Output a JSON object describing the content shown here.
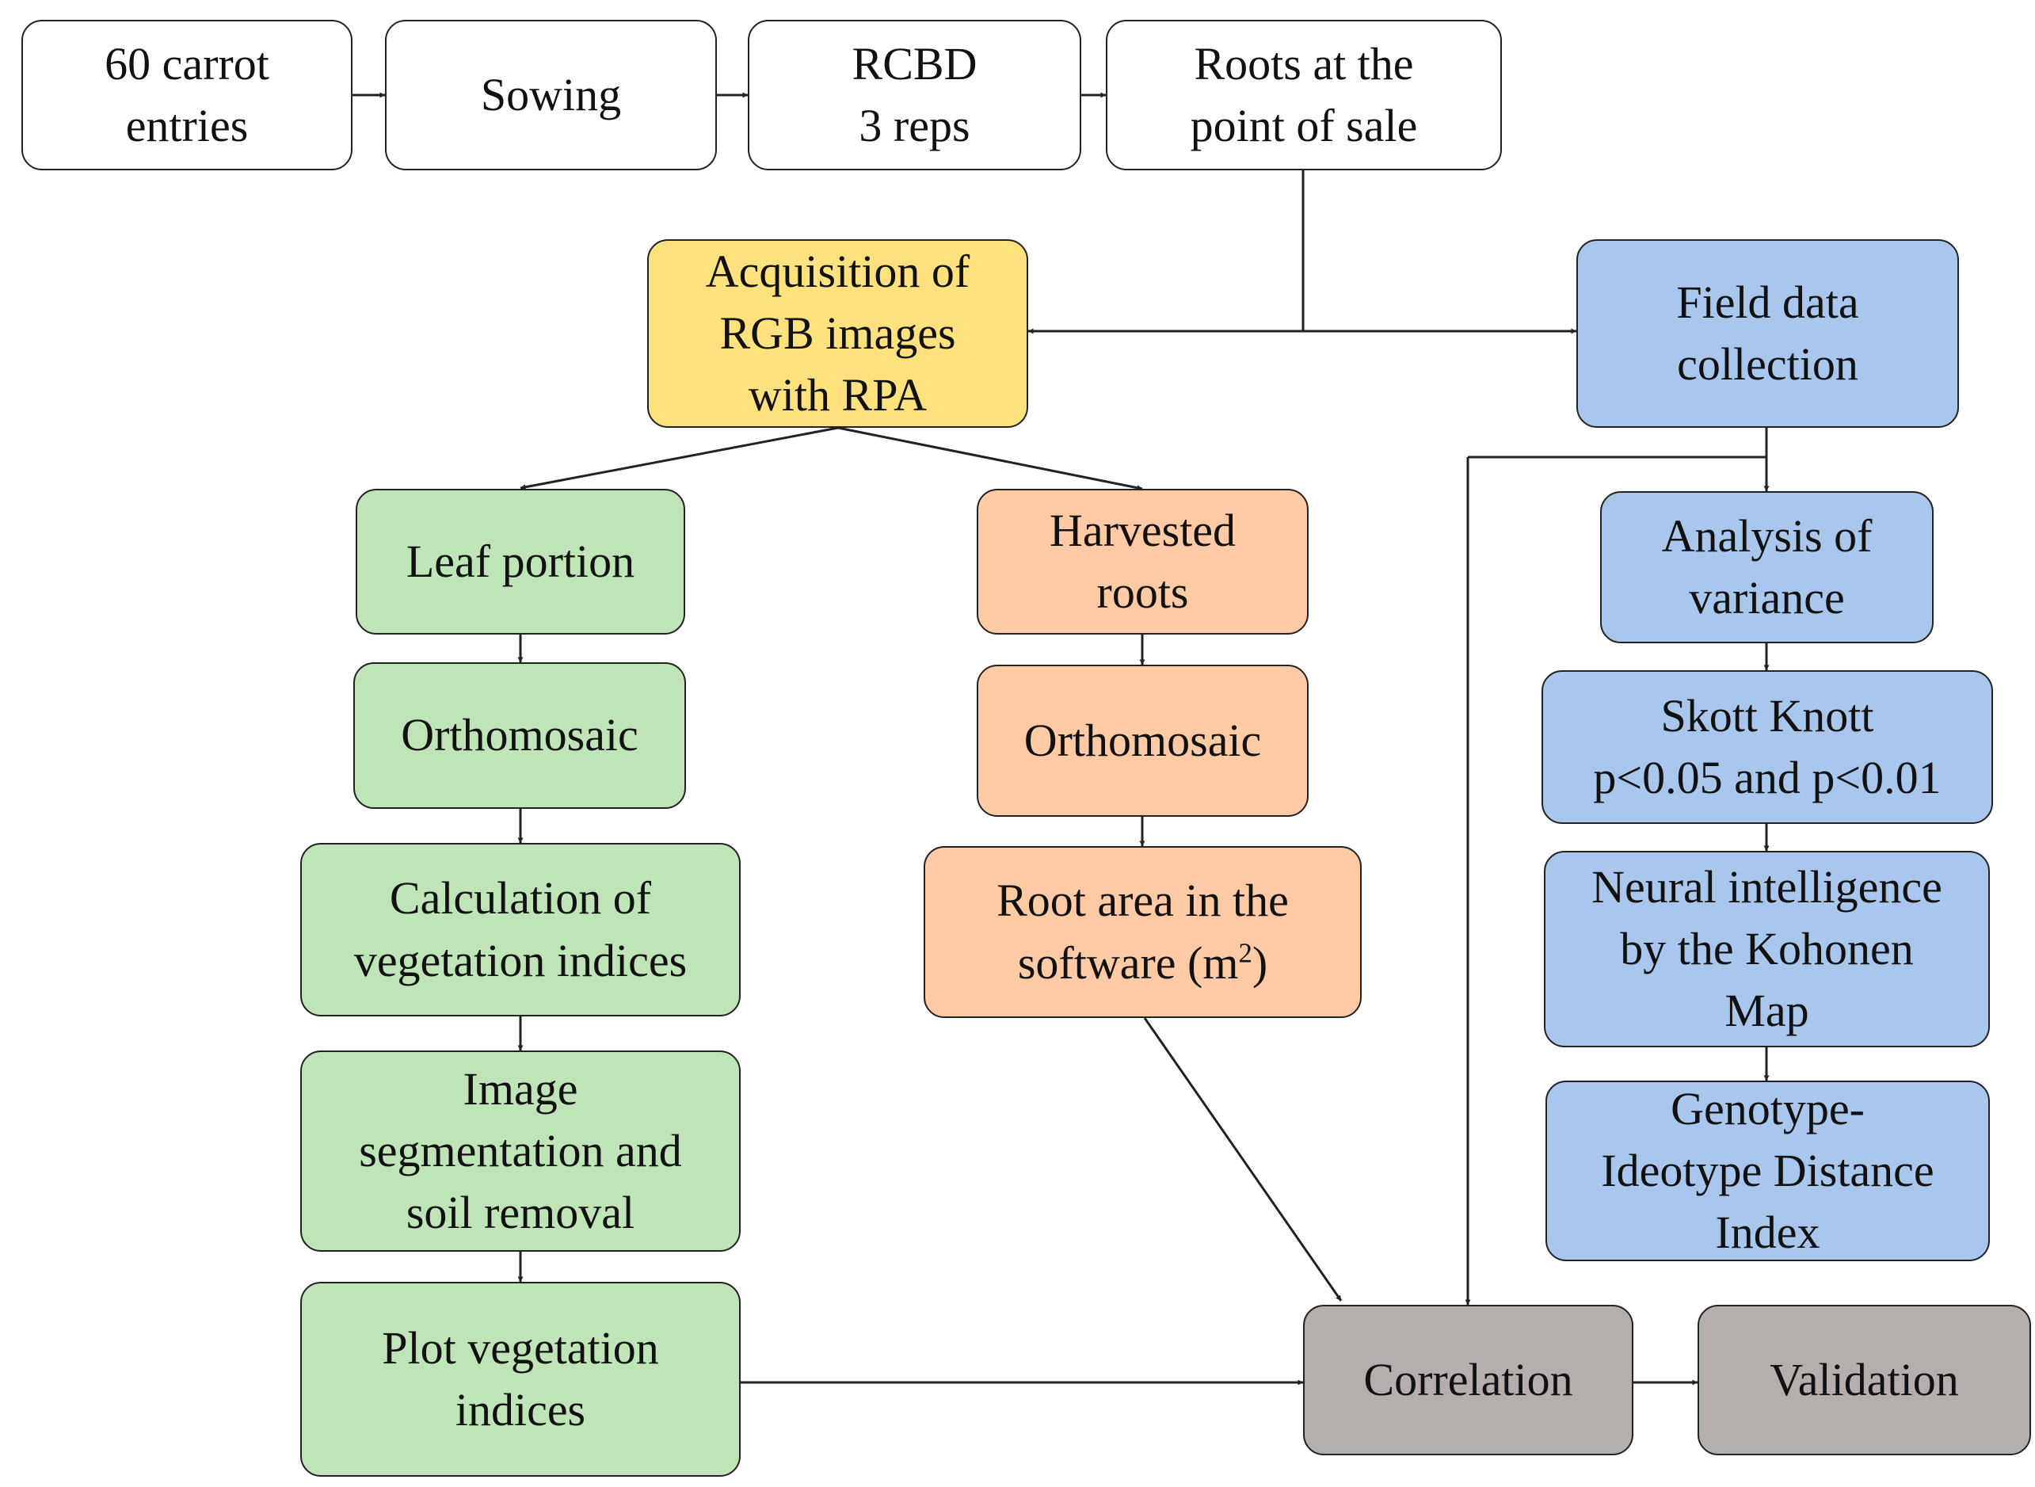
{
  "boxes": {
    "entries": "60 carrot\nentries",
    "sowing": "Sowing",
    "rcbd": "RCBD\n3 reps",
    "roots_sale": "Roots at the\npoint of sale",
    "acquisition": "Acquisition of\nRGB images\nwith RPA",
    "field_data": "Field data\ncollection",
    "leaf_portion": "Leaf portion",
    "orthomosaic_leaf": "Orthomosaic",
    "calc_indices": "Calculation of\nvegetation indices",
    "segmentation": "Image\nsegmentation and\nsoil removal",
    "plot_indices": "Plot vegetation\nindices",
    "harvested_roots": "Harvested\nroots",
    "orthomosaic_root": "Orthomosaic",
    "root_area": "Root area in the",
    "root_area_line2": "software (m",
    "root_area_sup": "2",
    "root_area_end": ")",
    "anova": "Analysis of\nvariance",
    "skott_knott": "Skott Knott\np<0.05 and p<0.01",
    "kohonen": "Neural intelligence\nby the Kohonen\nMap",
    "gidi": "Genotype-\nIdeotype Distance\nIndex",
    "correlation": "Correlation",
    "validation": "Validation"
  },
  "colors": {
    "white": "#ffffff",
    "yellow": "#ffe17e",
    "blue": "#a9c6ec",
    "green": "#bfe4b8",
    "orange": "#ffcaa4",
    "gray": "#b4aeac",
    "line": "#222222"
  }
}
